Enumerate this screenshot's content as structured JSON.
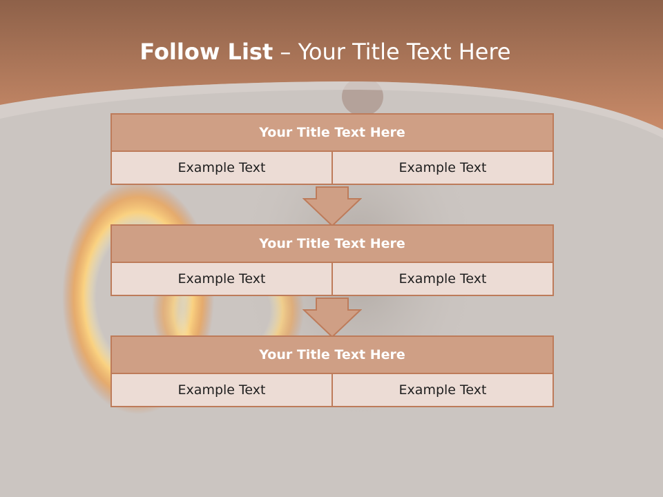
{
  "slide": {
    "title_bold": "Follow List",
    "title_rest": " – Your Title Text Here"
  },
  "blocks": [
    {
      "title": "Your Title Text Here",
      "left": "Example Text",
      "right": "Example Text"
    },
    {
      "title": "Your Title Text Here",
      "left": "Example Text",
      "right": "Example Text"
    },
    {
      "title": "Your Title Text Here",
      "left": "Example Text",
      "right": "Example Text"
    }
  ],
  "colors": {
    "header_band": "#b87c5e",
    "block_title_fill": "#cf9f85",
    "block_cell_fill": "#ecdcd5",
    "border": "#bd7b5a",
    "background": "#cbc5c1"
  }
}
